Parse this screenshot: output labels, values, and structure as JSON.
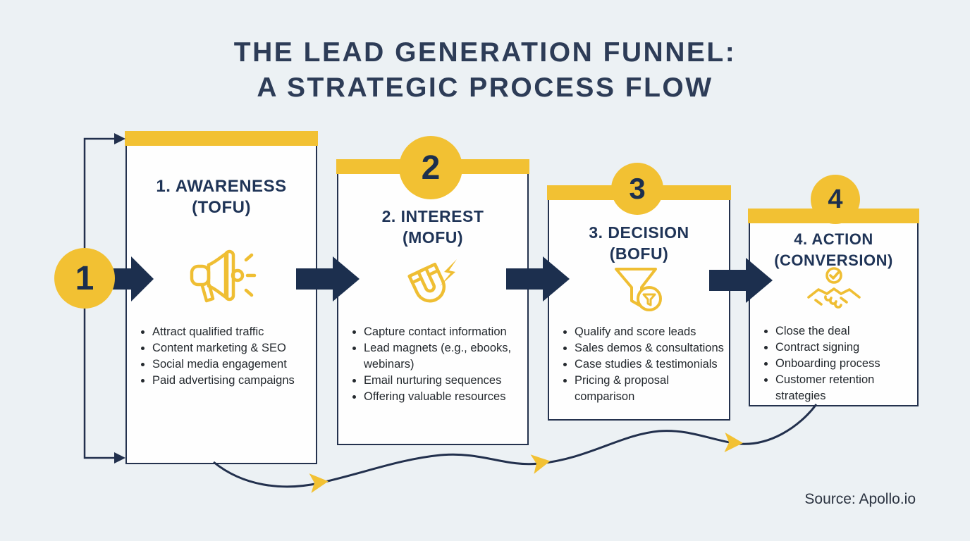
{
  "title": {
    "line1": "THE LEAD GENERATION FUNNEL:",
    "line2": "A STRATEGIC PROCESS FLOW"
  },
  "source": "Source: Apollo.io",
  "colors": {
    "background": "#ECF1F4",
    "card_background": "#FEFEFE",
    "accent_yellow": "#F2C133",
    "navy": "#1C2F4E",
    "heading_navy": "#2D3C57",
    "body_text": "#24292E"
  },
  "stages": [
    {
      "number": "1",
      "title_line1": "1. AWARENESS",
      "title_line2": "(TOFU)",
      "icon": "megaphone-icon",
      "bullets": [
        "Attract qualified traffic",
        "Content marketing & SEO",
        "Social media engagement",
        "Paid advertising campaigns"
      ]
    },
    {
      "number": "2",
      "title_line1": "2. INTEREST",
      "title_line2": "(MOFU)",
      "icon": "magnet-icon",
      "bullets": [
        "Capture contact information",
        "Lead magnets (e.g., ebooks, webinars)",
        "Email nurturing sequences",
        "Offering valuable resources"
      ]
    },
    {
      "number": "3",
      "title_line1": "3. DECISION",
      "title_line2": "(BOFU)",
      "icon": "funnel-icon",
      "bullets": [
        "Qualify and score leads",
        "Sales demos & consultations",
        "Case studies & testimonials",
        "Pricing & proposal comparison"
      ]
    },
    {
      "number": "4",
      "title_line1": "4. ACTION",
      "title_line2": "(CONVERSION)",
      "icon": "handshake-checkmark-icon",
      "bullets": [
        "Close the deal",
        "Contract signing",
        "Onboarding process",
        "Customer retention strategies"
      ]
    }
  ]
}
